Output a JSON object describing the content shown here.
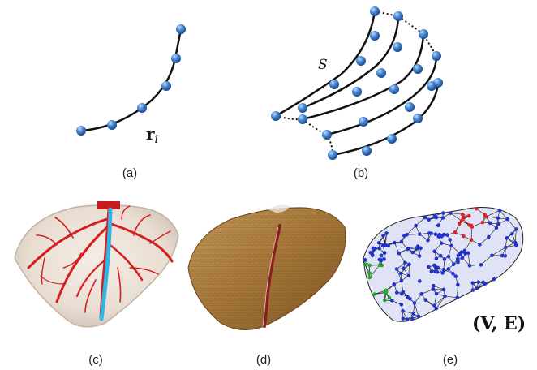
{
  "panels": {
    "a": {
      "caption": "(a)",
      "label": "r",
      "label_sub": "i"
    },
    "b": {
      "caption": "(b)",
      "label": "S"
    },
    "c": {
      "caption": "(c)"
    },
    "d": {
      "caption": "(d)"
    },
    "e": {
      "caption": "(e)",
      "label": "(V, E)"
    }
  },
  "colors": {
    "node_fill": "#3d7fd0",
    "node_dark": "#1f4f8f",
    "curve": "#111111",
    "vessels": "#d41f1f",
    "centerline": "#33b4e6",
    "liver_texture": "#b8874b",
    "graph_blue": "#2233cc",
    "graph_red": "#dd2020",
    "graph_green": "#22aa22"
  }
}
